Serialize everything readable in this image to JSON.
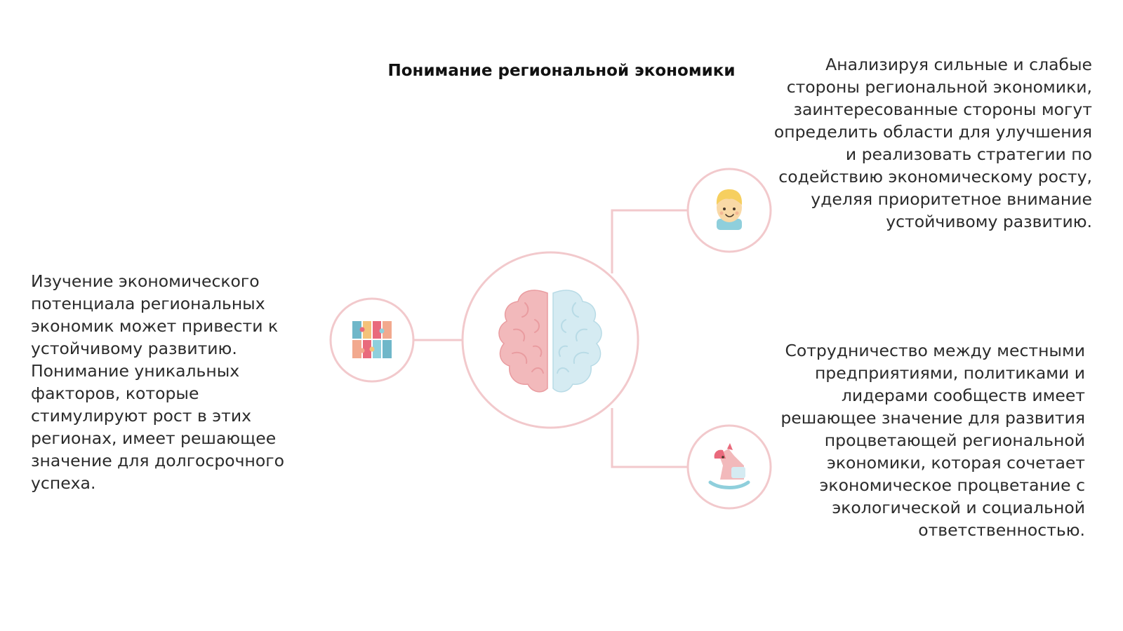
{
  "title": "Понимание региональной экономики",
  "center": {
    "icon": "brain-icon"
  },
  "nodes": [
    {
      "id": "left",
      "icon": "puzzle-icon",
      "text": "Изучение экономического потенциала региональных экономик может привести к устойчивому развитию. Понимание уникальных факторов, которые стимулируют рост в этих регионах, имеет решающее значение для долгосрочного успеха."
    },
    {
      "id": "right-top",
      "icon": "child-face-icon",
      "text": "Анализируя сильные и слабые стороны региональной экономики, заинтересованные стороны могут определить области для улучшения и реализовать стратегии по содействию экономическому росту, уделяя приоритетное внимание устойчивому развитию."
    },
    {
      "id": "right-bottom",
      "icon": "rocking-horse-icon",
      "text": "Сотрудничество между местными предприятиями, политиками и лидерами сообществ имеет решающее значение для развития процветающей региональной экономики, которая сочетает экономическое процветание с экологической и социальной ответственностью."
    }
  ],
  "colors": {
    "line": "#f2c9cc",
    "circle_stroke": "#f2c9cc",
    "brain_left": "#f2b9bb",
    "brain_right": "#d5ebf2"
  }
}
